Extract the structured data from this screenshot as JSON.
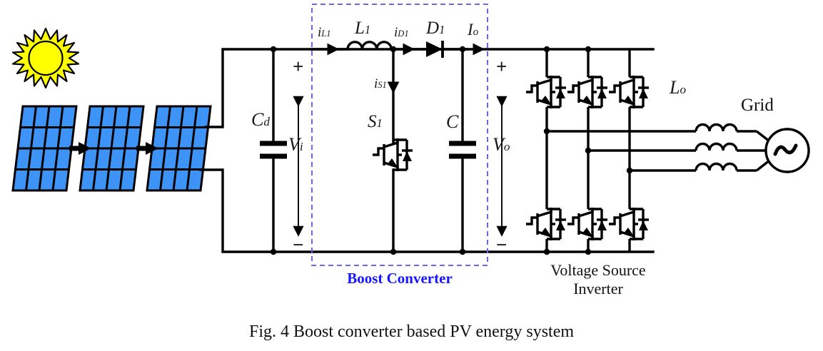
{
  "figure": {
    "caption": "Fig. 4 Boost converter based PV energy system",
    "caption_number": "Fig. 4"
  },
  "colors": {
    "panel_blue": "#3d94f6",
    "sun_yellow": "#ffff00",
    "wire_black": "#000000",
    "boost_label_blue": "#1414ff",
    "dashed_box_blue": "#6a6ae0"
  },
  "sections": {
    "boost_converter": {
      "label": "Boost Converter",
      "dashed_border": true
    },
    "inverter": {
      "label_line1": "Voltage Source",
      "label_line2": "Inverter",
      "legs": 3,
      "switches_per_leg": 2,
      "switch_type": "IGBT with antiparallel diode"
    },
    "pv_array": {
      "panel_count": 3,
      "cells_rows": 4,
      "cells_cols": 4,
      "arrow_count": 2,
      "sun_rays": 12
    },
    "grid": {
      "label": "Grid",
      "source_symbol": "~",
      "phases": 3
    }
  },
  "components": {
    "input_capacitor": {
      "symbol": "C",
      "subscript": "d"
    },
    "input_voltage": {
      "symbol": "V",
      "subscript": "i",
      "plus": "+",
      "minus": "−"
    },
    "inductor_boost": {
      "symbol": "L",
      "subscript": "1"
    },
    "inductor_current": {
      "symbol": "i",
      "subscript": "L1"
    },
    "switch": {
      "symbol": "S",
      "subscript": "1"
    },
    "switch_current": {
      "symbol": "i",
      "subscript": "S1"
    },
    "diode": {
      "symbol": "D",
      "subscript": "1"
    },
    "diode_current": {
      "symbol": "i",
      "subscript": "D1"
    },
    "output_current": {
      "symbol": "I",
      "subscript": "o"
    },
    "dc_link_capacitor": {
      "symbol": "C",
      "subscript": ""
    },
    "output_voltage": {
      "symbol": "V",
      "subscript": "o",
      "plus": "+",
      "minus": "−"
    },
    "output_inductor": {
      "symbol": "L",
      "subscript": "o"
    }
  }
}
